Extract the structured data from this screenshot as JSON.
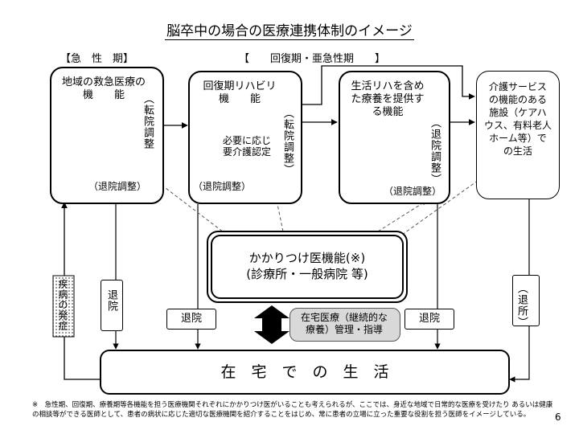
{
  "title": "脳卒中の場合の医療連携体制のイメージ",
  "phases": {
    "acute": "【急　性　期】",
    "recovery": "【　　回復期・亜急性期　　】"
  },
  "boxes": {
    "acute_care": "地域の救急医療の\n機　　能",
    "rehab": "回復期リハビリ\n機　　能",
    "life_rehab": "生活リハを含め\nた療養を提供す\nる機能",
    "care_services": "介護サービス\nの機能のある\n施設（ケアハ\nウス、有料老人\nホーム等）で\nの生活",
    "family_doctor": "かかりつけ医機能(※)\n(診療所・一般病院 等)",
    "home_life": "在　宅　で　の　生　活"
  },
  "labels": {
    "transfer_adj": "転院調整",
    "transfer_adj_paren": "（転院調整）",
    "discharge_adj": "（退院調整）",
    "discharge_adj_vertical": "（退院調整）",
    "care_cert": "必要に応じ\n要介護認定",
    "onset": "疾病の発症",
    "discharge": "退院",
    "discharge_to_facility": "退所",
    "discharge_to_facility_paren": "（退所）",
    "home_medical": "在宅医療（継続的な\n療養）管理・指導"
  },
  "footnote": "※　急性期、回復期、療養期等各機能を担う医療機関それぞれにかかりつけ医がいることも考えられるが、ここでは、身近な地域で日常的な医療を受けたり あるいは健康の相談等ができる医師として、患者の病状に応じた適切な医療機関を紹介することをはじめ、常に患者の立場に立った重要な役割を担う医師をイメージしている。",
  "page_number": "6"
}
